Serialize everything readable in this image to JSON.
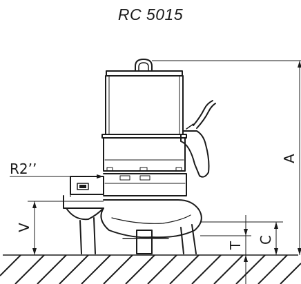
{
  "header": {
    "title": "RC 5015"
  },
  "dimensions": {
    "outlet_label": "R2’’",
    "height_label": "A",
    "outlet_height_label": "V",
    "clearance_label": "C",
    "base_label": "T"
  },
  "colors": {
    "line": "#1a1a1a",
    "background": "#ffffff"
  }
}
